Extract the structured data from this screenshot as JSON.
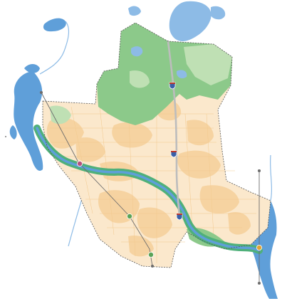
{
  "map": {
    "colors": {
      "background": "#ffffff",
      "water": "#8dbbe6",
      "water_deep": "#5f9fd9",
      "forest": "#8cc98a",
      "forest_light": "#bfe0b4",
      "urban": "#f6d3a1",
      "urban_light": "#fbe8cc",
      "river_band": "#4fb07a",
      "boundary": "#555555",
      "route": "#6d6d6d",
      "highway": "#bdbdbd"
    },
    "route_markers": [
      {
        "kind": "rail-station",
        "color": "#b5517b"
      },
      {
        "kind": "rail-station",
        "color": "#5aa357"
      },
      {
        "kind": "rail-station",
        "color": "#5aa357"
      },
      {
        "kind": "rail-station",
        "color": "#e0a236"
      }
    ],
    "highway_shields": [
      {
        "kind": "interstate-shield"
      },
      {
        "kind": "interstate-shield"
      },
      {
        "kind": "interstate-shield"
      }
    ]
  }
}
